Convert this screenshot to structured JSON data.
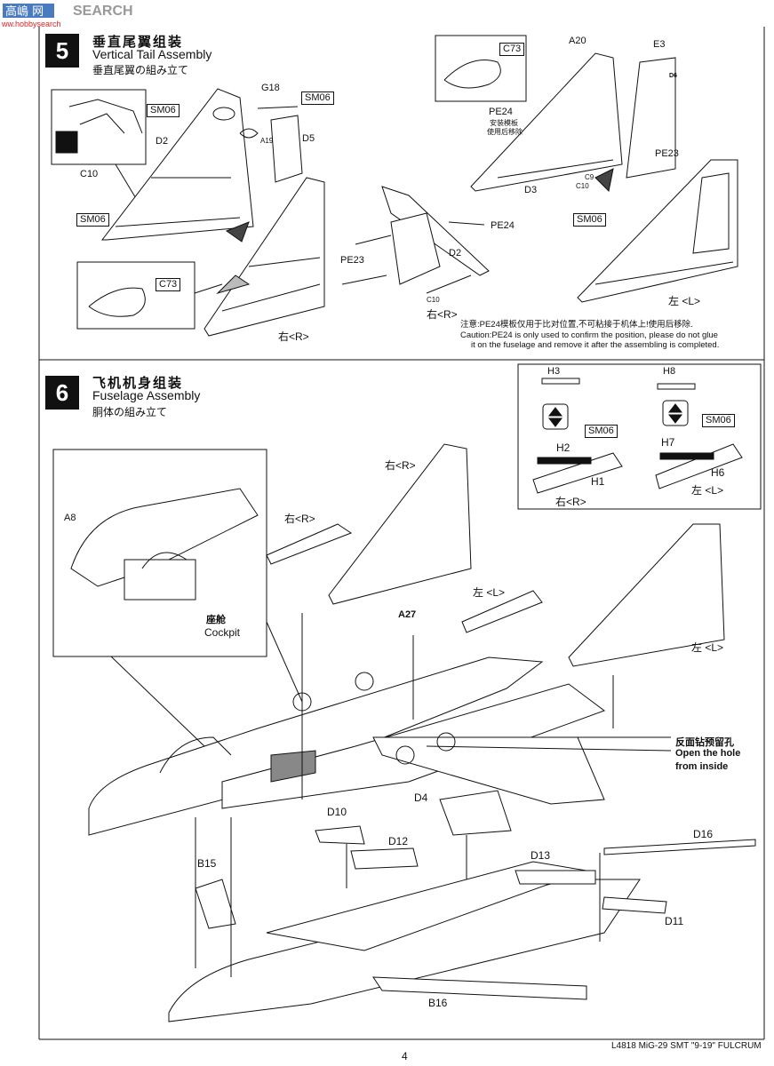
{
  "watermark": {
    "brand": "SEARCH",
    "url": "ww.hobbysearch"
  },
  "step5": {
    "number": "5",
    "title_cn": "垂直尾翼组装",
    "title_en": "Vertical Tail Assembly",
    "title_jp": "垂直尾翼の組み立て",
    "labels": {
      "sm06": "SM06",
      "c73": "C73",
      "g18": "G18",
      "a19": "A19",
      "d2": "D2",
      "d5": "D5",
      "c10": "C10",
      "d3": "D3",
      "d6": "D6",
      "pe23": "PE23",
      "pe24": "PE24",
      "a20": "A20",
      "e3": "E3",
      "c9": "C9",
      "right": "右<R>",
      "left": "左 <L>",
      "pe24_note_cn_1": "安装模板",
      "pe24_note_cn_2": "使用后移除"
    },
    "caution_cn": "注意:PE24模板仅用于比对位置,不可粘接于机体上!使用后移除.",
    "caution_en_1": "Caution:PE24 is only used to confirm the position, please do not glue",
    "caution_en_2": "it on the fuselage and remove it after the assembling is completed."
  },
  "step6": {
    "number": "6",
    "title_cn": "飞机机身组装",
    "title_en": "Fuselage Assembly",
    "title_jp": "胴体の組み立て",
    "cockpit_cn": "座舱",
    "cockpit_en": "Cockpit",
    "hole_cn": "反面钻预留孔",
    "hole_en_1": "Open the hole",
    "hole_en_2": "from inside",
    "labels": {
      "a8": "A8",
      "a27": "A27",
      "h3": "H3",
      "h8": "H8",
      "h2": "H2",
      "h7": "H7",
      "h1": "H1",
      "h6": "H6",
      "sm06": "SM06",
      "right": "右<R>",
      "left": "左 <L>",
      "d4": "D4",
      "d10": "D10",
      "d12": "D12",
      "d13": "D13",
      "d16": "D16",
      "d11": "D11",
      "b15": "B15",
      "b16": "B16"
    }
  },
  "footer": {
    "product": "L4818 MiG-29 SMT \"9-19\" FULCRUM",
    "page": "4"
  }
}
